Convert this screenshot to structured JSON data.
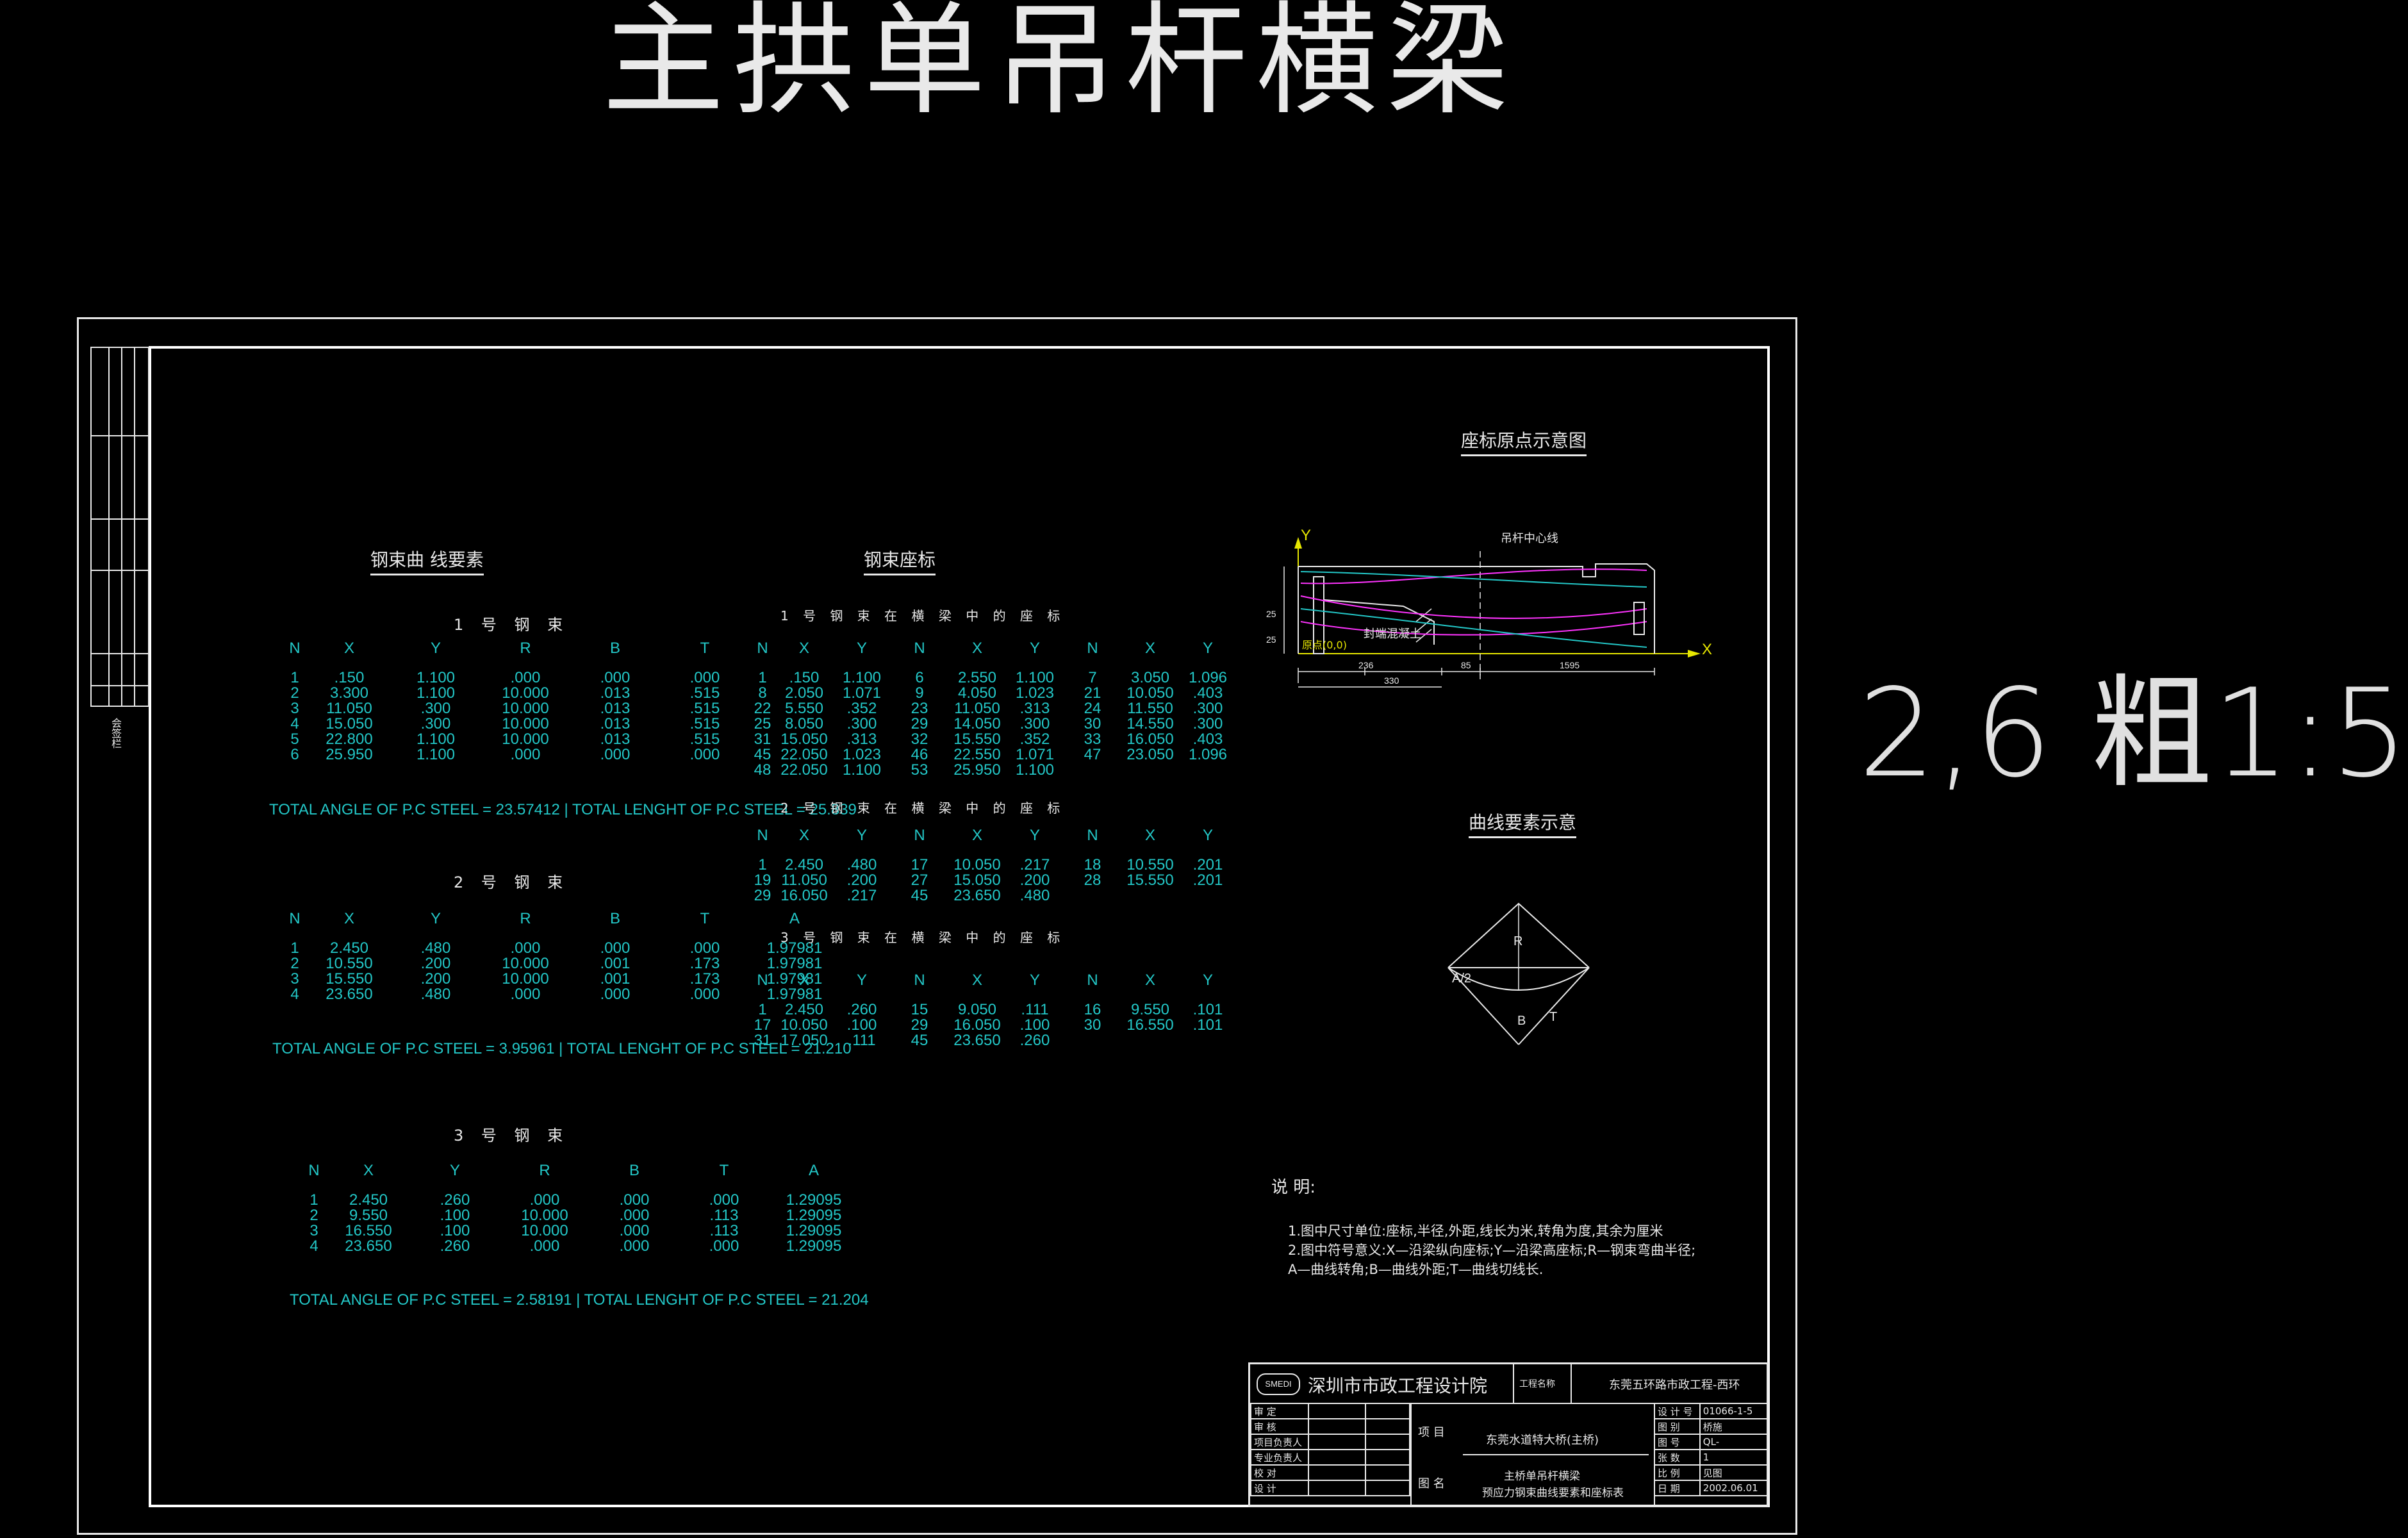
{
  "title": "主拱单吊杆横梁",
  "scale_note": "2,6 粗1:5",
  "left_headings": {
    "elements": "钢束曲 线要素",
    "coords": "钢束座标"
  },
  "tendon1": {
    "label": "1 号 钢 束",
    "headers": [
      "N",
      "X",
      "Y",
      "R",
      "B",
      "T"
    ],
    "rows": [
      [
        "1",
        ".150",
        "1.100",
        ".000",
        ".000",
        ".000"
      ],
      [
        "2",
        "3.300",
        "1.100",
        "10.000",
        ".013",
        ".515"
      ],
      [
        "3",
        "11.050",
        ".300",
        "10.000",
        ".013",
        ".515"
      ],
      [
        "4",
        "15.050",
        ".300",
        "10.000",
        ".013",
        ".515"
      ],
      [
        "5",
        "22.800",
        "1.100",
        "10.000",
        ".013",
        ".515"
      ],
      [
        "6",
        "25.950",
        "1.100",
        ".000",
        ".000",
        ".000"
      ]
    ],
    "total": "TOTAL ANGLE OF P.C STEEL =   23.57412 | TOTAL LENGHT OF P.C STEEL =  25.839"
  },
  "tendon2": {
    "label": "2 号 钢 束",
    "headers": [
      "N",
      "X",
      "Y",
      "R",
      "B",
      "T",
      "A"
    ],
    "rows": [
      [
        "1",
        "2.450",
        ".480",
        ".000",
        ".000",
        ".000",
        "1.97981"
      ],
      [
        "2",
        "10.550",
        ".200",
        "10.000",
        ".001",
        ".173",
        "1.97981"
      ],
      [
        "3",
        "15.550",
        ".200",
        "10.000",
        ".001",
        ".173",
        "1.97981"
      ],
      [
        "4",
        "23.650",
        ".480",
        ".000",
        ".000",
        ".000",
        "1.97981"
      ]
    ],
    "total": "TOTAL ANGLE OF P.C STEEL =    3.95961 | TOTAL LENGHT OF P.C STEEL =  21.210"
  },
  "tendon3": {
    "label": "3 号 钢 束",
    "headers": [
      "N",
      "X",
      "Y",
      "R",
      "B",
      "T",
      "A"
    ],
    "rows": [
      [
        "1",
        "2.450",
        ".260",
        ".000",
        ".000",
        ".000",
        "1.29095"
      ],
      [
        "2",
        "9.550",
        ".100",
        "10.000",
        ".000",
        ".113",
        "1.29095"
      ],
      [
        "3",
        "16.550",
        ".100",
        "10.000",
        ".000",
        ".113",
        "1.29095"
      ],
      [
        "4",
        "23.650",
        ".260",
        ".000",
        ".000",
        ".000",
        "1.29095"
      ]
    ],
    "total": "TOTAL ANGLE OF P.C STEEL =    2.58191 | TOTAL LENGHT OF P.C STEEL =  21.204"
  },
  "coord1": {
    "label": "1 号 钢 束 在 横 梁 中 的 座 标",
    "headers": [
      "N",
      "X",
      "Y",
      "N",
      "X",
      "Y",
      "N",
      "X",
      "Y"
    ],
    "rows": [
      [
        "1",
        ".150",
        "1.100",
        "6",
        "2.550",
        "1.100",
        "7",
        "3.050",
        "1.096"
      ],
      [
        "8",
        "2.050",
        "1.071",
        "9",
        "4.050",
        "1.023",
        "21",
        "10.050",
        ".403"
      ],
      [
        "22",
        "5.550",
        ".352",
        "23",
        "11.050",
        ".313",
        "24",
        "11.550",
        ".300"
      ],
      [
        "25",
        "8.050",
        ".300",
        "29",
        "14.050",
        ".300",
        "30",
        "14.550",
        ".300"
      ],
      [
        "31",
        "15.050",
        ".313",
        "32",
        "15.550",
        ".352",
        "33",
        "16.050",
        ".403"
      ],
      [
        "45",
        "22.050",
        "1.023",
        "46",
        "22.550",
        "1.071",
        "47",
        "23.050",
        "1.096"
      ],
      [
        "48",
        "22.050",
        "1.100",
        "53",
        "25.950",
        "1.100",
        "",
        "",
        ""
      ]
    ]
  },
  "coord2": {
    "label": "2 号 钢 束 在 横 梁 中 的 座 标",
    "headers": [
      "N",
      "X",
      "Y",
      "N",
      "X",
      "Y",
      "N",
      "X",
      "Y"
    ],
    "rows": [
      [
        "1",
        "2.450",
        ".480",
        "17",
        "10.050",
        ".217",
        "18",
        "10.550",
        ".201"
      ],
      [
        "19",
        "11.050",
        ".200",
        "27",
        "15.050",
        ".200",
        "28",
        "15.550",
        ".201"
      ],
      [
        "29",
        "16.050",
        ".217",
        "45",
        "23.650",
        ".480",
        "",
        "",
        ""
      ]
    ]
  },
  "coord3": {
    "label": "3 号 钢 束 在 横 梁 中 的 座 标",
    "headers": [
      "N",
      "X",
      "Y",
      "N",
      "X",
      "Y",
      "N",
      "X",
      "Y"
    ],
    "rows": [
      [
        "1",
        "2.450",
        ".260",
        "15",
        "9.050",
        ".111",
        "16",
        "9.550",
        ".101"
      ],
      [
        "17",
        "10.050",
        ".100",
        "29",
        "16.050",
        ".100",
        "30",
        "16.550",
        ".101"
      ],
      [
        "31",
        "17.050",
        ".111",
        "45",
        "23.650",
        ".260",
        "",
        "",
        ""
      ]
    ]
  },
  "origin_diagram": {
    "heading": "座标原点示意图",
    "axis_y": "Y",
    "axis_x": "X",
    "center_label": "吊杆中心线",
    "origin_label": "原点(0,0)",
    "concrete_label": "封端混凝土",
    "dim_236": "236",
    "dim_85": "85",
    "dim_1595": "1595",
    "dim_330": "330",
    "dim_left_top": "25",
    "dim_left_bottom": "25"
  },
  "curve_diagram": {
    "heading": "曲线要素示意",
    "label_r": "R",
    "label_a": "A/2",
    "label_b": "B",
    "label_t": "T"
  },
  "notes": {
    "title": "说  明:",
    "line1": "1.图中尺寸单位:座标,半径,外距,线长为米,转角为度,其余为厘米",
    "line2": "2.图中符号意义:X—沿梁纵向座标;Y—沿梁高座标;R—钢束弯曲半径;",
    "line3": "  A—曲线转角;B—曲线外距;T—曲线切线长."
  },
  "title_block": {
    "logo": "SMEDI",
    "institute": "深圳市市政工程设计院",
    "project_label": "工程名称",
    "project_name": "东莞五环路市政工程-西环",
    "item_label": "项 目",
    "item_value": "东莞水道特大桥(主桥)",
    "drawing_label": "图 名",
    "drawing_line1": "主桥单吊杆横梁",
    "drawing_line2": "预应力钢束曲线要素和座标表",
    "roles": [
      "审  定",
      "审  核",
      "项目负责人",
      "专业负责人",
      "校  对",
      "设  计"
    ],
    "right_labels": [
      "设 计 号",
      "图  别",
      "图  号",
      "张  数",
      "比  例",
      "日  期"
    ],
    "right_values": [
      "01066-1-5",
      "桥施",
      "QL-",
      "1",
      "见图",
      "2002.06.01"
    ]
  },
  "side_strip": {
    "note": "会签栏"
  }
}
